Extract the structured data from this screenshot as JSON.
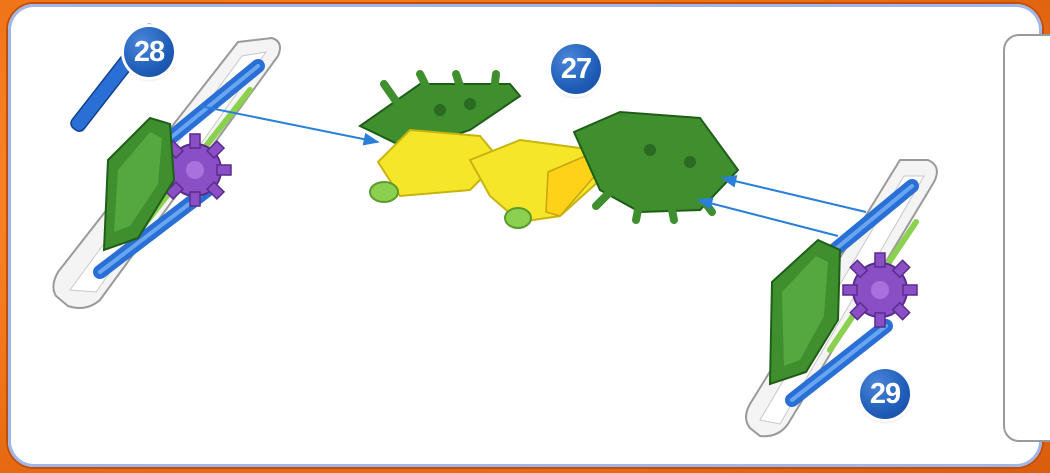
{
  "steps": {
    "left": "28",
    "center": "27",
    "right": "29"
  },
  "colors": {
    "background": "#f07418",
    "panel": "#ffffff",
    "panel_border": "#9fb6ea",
    "badge": "#1f5db8",
    "rod_blue": "#2a6fd6",
    "connector_green": "#3f8f2f",
    "connector_yellow": "#f6e62a",
    "gear_purple": "#8a4fc4",
    "rod_green_end": "#8cd050",
    "arrow": "#2a7fd8"
  },
  "icons": [
    "assembly-arrow-icon",
    "step-badge-icon"
  ]
}
